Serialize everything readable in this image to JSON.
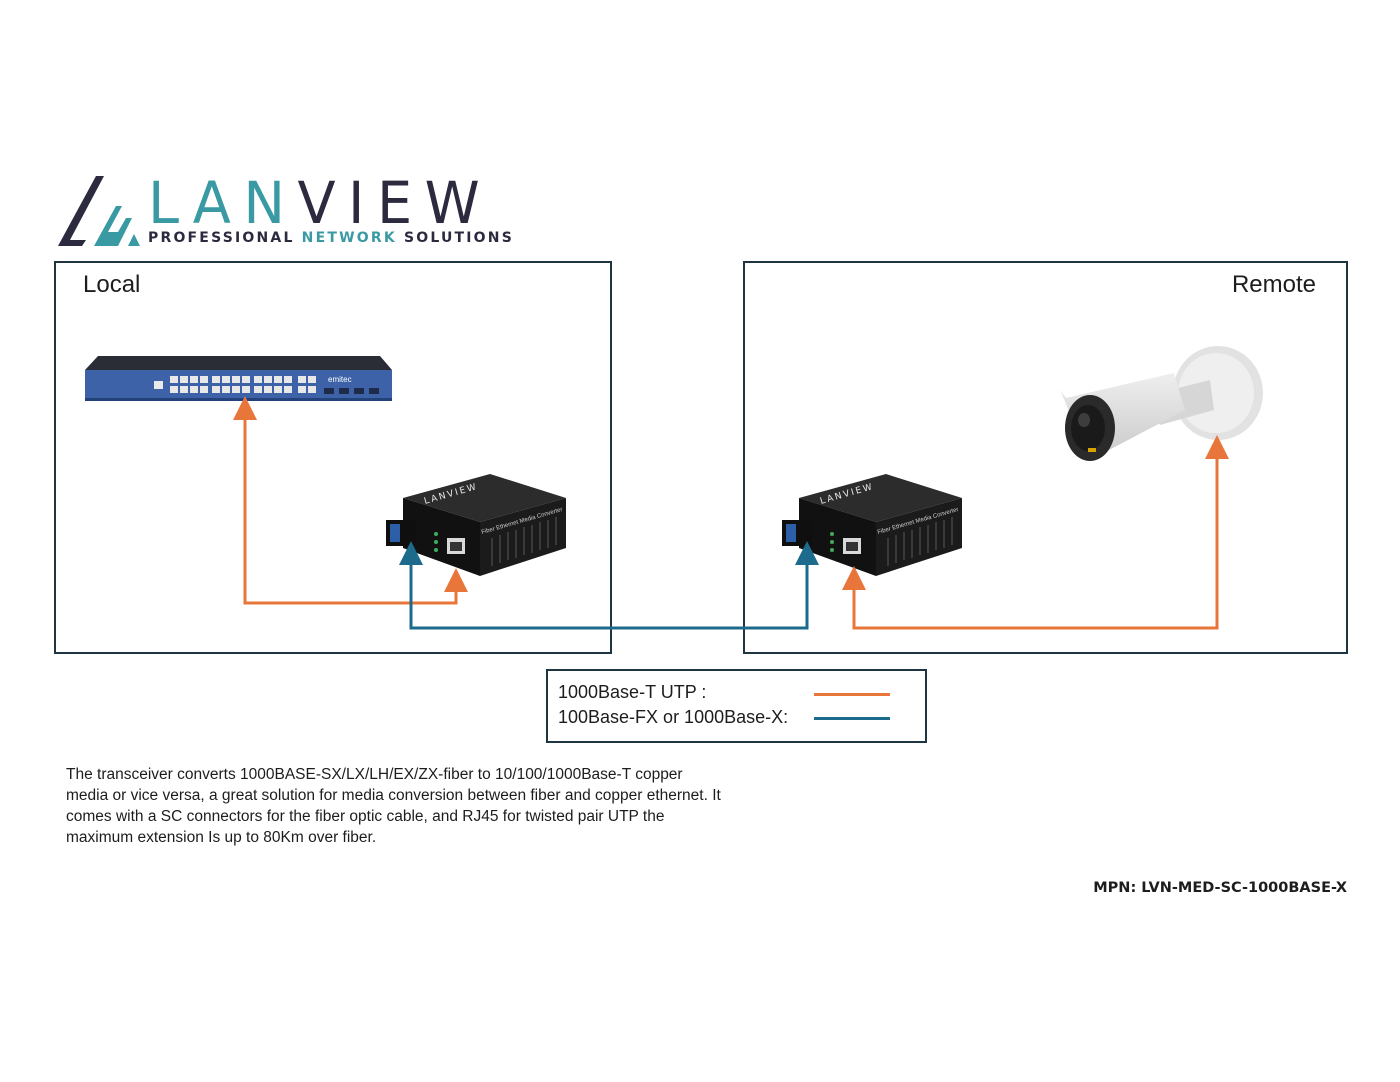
{
  "logo": {
    "word_lan": "LAN",
    "word_view": "VIEW",
    "tagline_1": "PROFESSIONAL",
    "tagline_2": "NETWORK",
    "tagline_3": "SOLUTIONS"
  },
  "local": {
    "title": "Local"
  },
  "remote": {
    "title": "Remote"
  },
  "devices": {
    "switch_brand": "emitec",
    "converter_brand": "LANVIEW",
    "converter_label": "Fiber Ethernet Media Converter"
  },
  "legend": {
    "utp_label": "1000Base-T UTP :",
    "fiber_label": "100Base-FX or 1000Base-X:"
  },
  "colors": {
    "utp": "#e8763a",
    "fiber": "#1c6a8c",
    "border": "#1f3542",
    "teal": "#3a9aa4",
    "navy": "#2b2a3f"
  },
  "description": "The transceiver converts 1000BASE-SX/LX/LH/EX/ZX-fiber to 10/100/1000Base-T copper media or vice versa, a great solution for media conversion between fiber and copper ethernet. It comes with a SC connectors for the fiber optic cable, and RJ45 for twisted pair UTP the maximum extension Is up to 80Km over fiber.",
  "mpn": "MPN: LVN-MED-SC-1000BASE-X"
}
